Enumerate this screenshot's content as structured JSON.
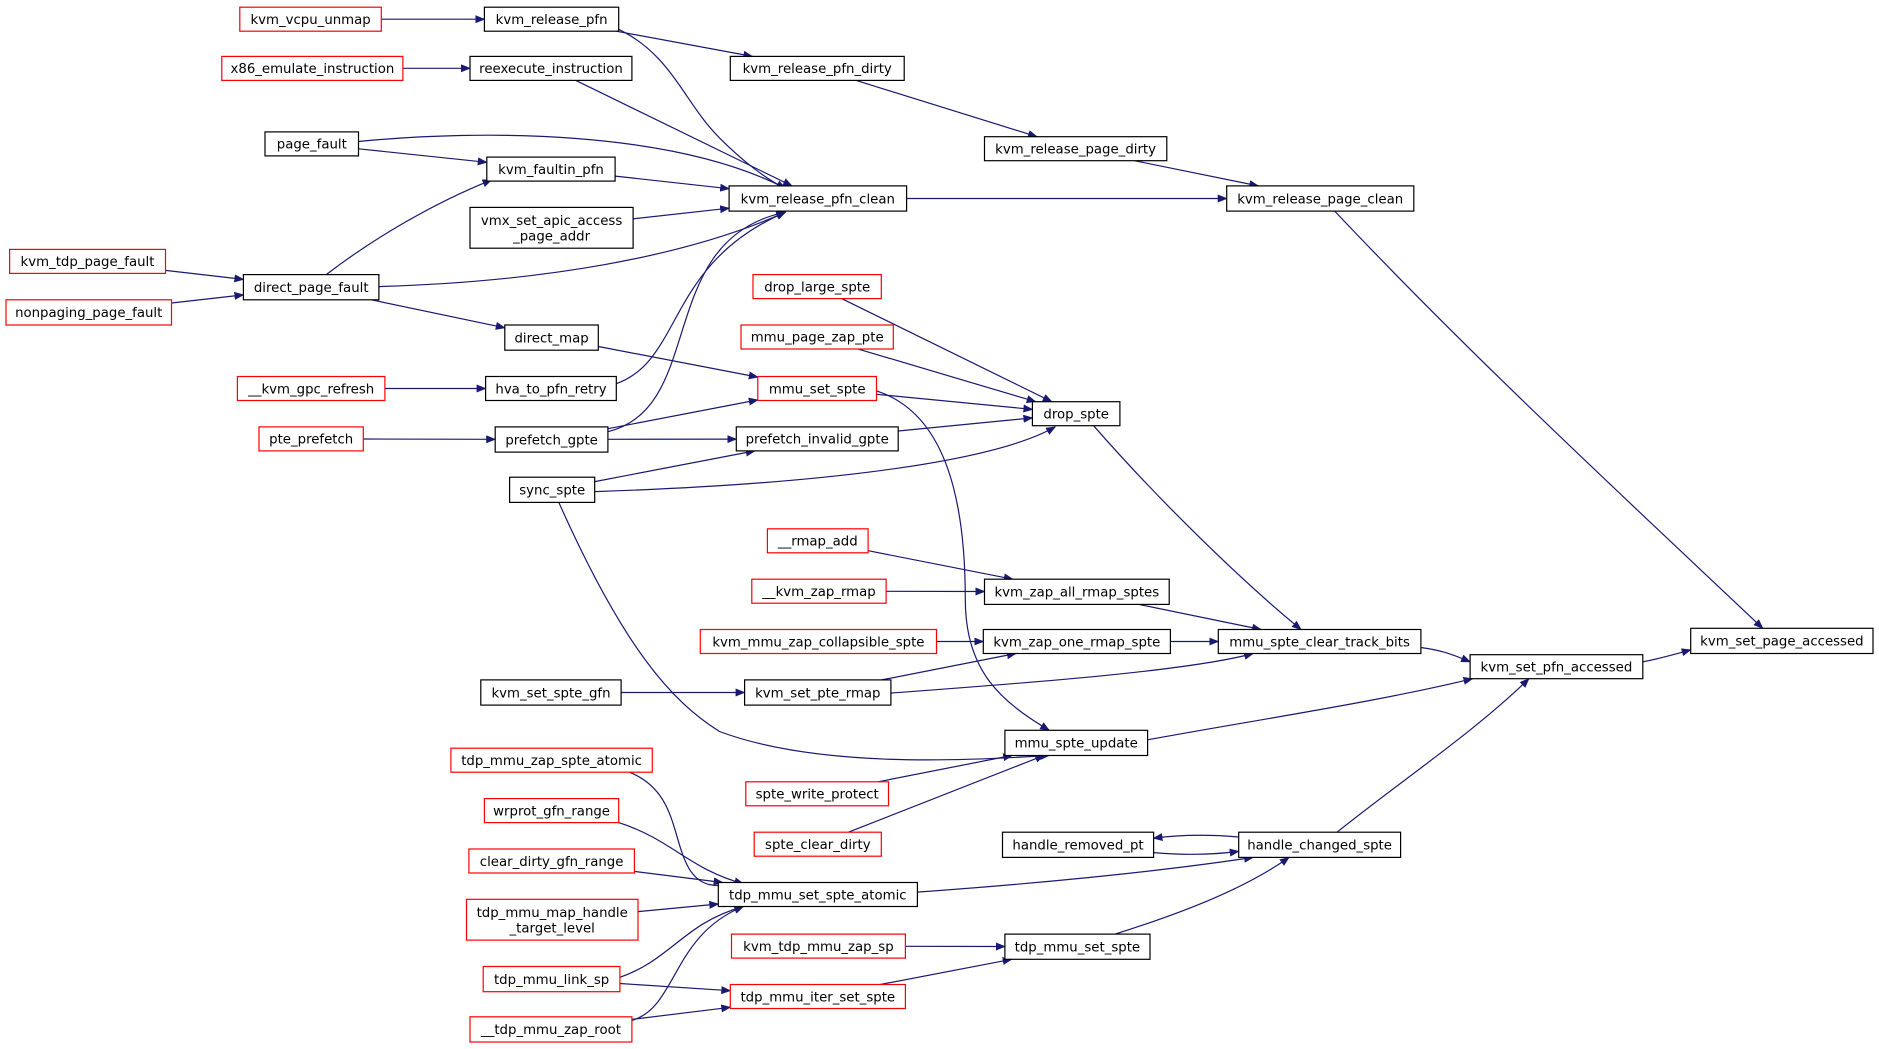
{
  "colors": {
    "edge": "#191970",
    "node_border_normal": "#000000",
    "node_border_truncated": "#ff0000",
    "node_fill_focus": "#bfbfbf",
    "node_fill": "#ffffff"
  },
  "nodes": [
    {
      "id": "kvm_vcpu_unmap",
      "lines": [
        "kvm_vcpu_unmap"
      ],
      "style": "truncated"
    },
    {
      "id": "kvm_release_pfn",
      "lines": [
        "kvm_release_pfn"
      ],
      "style": "normal"
    },
    {
      "id": "x86_emulate_instruction",
      "lines": [
        "x86_emulate_instruction"
      ],
      "style": "truncated"
    },
    {
      "id": "reexecute_instruction",
      "lines": [
        "reexecute_instruction"
      ],
      "style": "normal"
    },
    {
      "id": "kvm_release_pfn_dirty",
      "lines": [
        "kvm_release_pfn_dirty"
      ],
      "style": "normal"
    },
    {
      "id": "page_fault",
      "lines": [
        "page_fault"
      ],
      "style": "normal"
    },
    {
      "id": "kvm_faultin_pfn",
      "lines": [
        "kvm_faultin_pfn"
      ],
      "style": "normal"
    },
    {
      "id": "kvm_release_page_dirty",
      "lines": [
        "kvm_release_page_dirty"
      ],
      "style": "normal"
    },
    {
      "id": "kvm_release_pfn_clean",
      "lines": [
        "kvm_release_pfn_clean"
      ],
      "style": "normal"
    },
    {
      "id": "kvm_release_page_clean",
      "lines": [
        "kvm_release_page_clean"
      ],
      "style": "normal"
    },
    {
      "id": "vmx_set_apic_access_page_addr",
      "lines": [
        "vmx_set_apic_access",
        "_page_addr"
      ],
      "style": "normal"
    },
    {
      "id": "kvm_tdp_page_fault",
      "lines": [
        "kvm_tdp_page_fault"
      ],
      "style": "truncated"
    },
    {
      "id": "direct_page_fault",
      "lines": [
        "direct_page_fault"
      ],
      "style": "normal"
    },
    {
      "id": "nonpaging_page_fault",
      "lines": [
        "nonpaging_page_fault"
      ],
      "style": "truncated"
    },
    {
      "id": "drop_large_spte",
      "lines": [
        "drop_large_spte"
      ],
      "style": "truncated"
    },
    {
      "id": "direct_map",
      "lines": [
        "direct_map"
      ],
      "style": "normal"
    },
    {
      "id": "mmu_page_zap_pte",
      "lines": [
        "mmu_page_zap_pte"
      ],
      "style": "truncated"
    },
    {
      "id": "__kvm_gpc_refresh",
      "lines": [
        "__kvm_gpc_refresh"
      ],
      "style": "truncated"
    },
    {
      "id": "hva_to_pfn_retry",
      "lines": [
        "hva_to_pfn_retry"
      ],
      "style": "normal"
    },
    {
      "id": "mmu_set_spte",
      "lines": [
        "mmu_set_spte"
      ],
      "style": "truncated"
    },
    {
      "id": "drop_spte",
      "lines": [
        "drop_spte"
      ],
      "style": "normal"
    },
    {
      "id": "pte_prefetch",
      "lines": [
        "pte_prefetch"
      ],
      "style": "truncated"
    },
    {
      "id": "prefetch_gpte",
      "lines": [
        "prefetch_gpte"
      ],
      "style": "normal"
    },
    {
      "id": "prefetch_invalid_gpte",
      "lines": [
        "prefetch_invalid_gpte"
      ],
      "style": "normal"
    },
    {
      "id": "sync_spte",
      "lines": [
        "sync_spte"
      ],
      "style": "normal"
    },
    {
      "id": "__rmap_add",
      "lines": [
        "__rmap_add"
      ],
      "style": "truncated"
    },
    {
      "id": "__kvm_zap_rmap",
      "lines": [
        "__kvm_zap_rmap"
      ],
      "style": "truncated"
    },
    {
      "id": "kvm_zap_all_rmap_sptes",
      "lines": [
        "kvm_zap_all_rmap_sptes"
      ],
      "style": "normal"
    },
    {
      "id": "kvm_mmu_zap_collapsible_spte",
      "lines": [
        "kvm_mmu_zap_collapsible_spte"
      ],
      "style": "truncated"
    },
    {
      "id": "kvm_zap_one_rmap_spte",
      "lines": [
        "kvm_zap_one_rmap_spte"
      ],
      "style": "normal"
    },
    {
      "id": "mmu_spte_clear_track_bits",
      "lines": [
        "mmu_spte_clear_track_bits"
      ],
      "style": "normal"
    },
    {
      "id": "kvm_set_page_accessed",
      "lines": [
        "kvm_set_page_accessed"
      ],
      "style": "focus"
    },
    {
      "id": "kvm_set_pfn_accessed",
      "lines": [
        "kvm_set_pfn_accessed"
      ],
      "style": "normal"
    },
    {
      "id": "kvm_set_spte_gfn",
      "lines": [
        "kvm_set_spte_gfn"
      ],
      "style": "normal"
    },
    {
      "id": "kvm_set_pte_rmap",
      "lines": [
        "kvm_set_pte_rmap"
      ],
      "style": "normal"
    },
    {
      "id": "mmu_spte_update",
      "lines": [
        "mmu_spte_update"
      ],
      "style": "normal"
    },
    {
      "id": "tdp_mmu_zap_spte_atomic",
      "lines": [
        "tdp_mmu_zap_spte_atomic"
      ],
      "style": "truncated"
    },
    {
      "id": "spte_write_protect",
      "lines": [
        "spte_write_protect"
      ],
      "style": "truncated"
    },
    {
      "id": "wrprot_gfn_range",
      "lines": [
        "wrprot_gfn_range"
      ],
      "style": "truncated"
    },
    {
      "id": "spte_clear_dirty",
      "lines": [
        "spte_clear_dirty"
      ],
      "style": "truncated"
    },
    {
      "id": "handle_removed_pt",
      "lines": [
        "handle_removed_pt"
      ],
      "style": "normal"
    },
    {
      "id": "handle_changed_spte",
      "lines": [
        "handle_changed_spte"
      ],
      "style": "normal"
    },
    {
      "id": "clear_dirty_gfn_range",
      "lines": [
        "clear_dirty_gfn_range"
      ],
      "style": "truncated"
    },
    {
      "id": "tdp_mmu_set_spte_atomic",
      "lines": [
        "tdp_mmu_set_spte_atomic"
      ],
      "style": "normal"
    },
    {
      "id": "tdp_mmu_map_handle_target_level",
      "lines": [
        "tdp_mmu_map_handle",
        "_target_level"
      ],
      "style": "truncated"
    },
    {
      "id": "kvm_tdp_mmu_zap_sp",
      "lines": [
        "kvm_tdp_mmu_zap_sp"
      ],
      "style": "truncated"
    },
    {
      "id": "tdp_mmu_set_spte",
      "lines": [
        "tdp_mmu_set_spte"
      ],
      "style": "normal"
    },
    {
      "id": "tdp_mmu_link_sp",
      "lines": [
        "tdp_mmu_link_sp"
      ],
      "style": "truncated"
    },
    {
      "id": "tdp_mmu_iter_set_spte",
      "lines": [
        "tdp_mmu_iter_set_spte"
      ],
      "style": "truncated"
    },
    {
      "id": "__tdp_mmu_zap_root",
      "lines": [
        "__tdp_mmu_zap_root"
      ],
      "style": "truncated"
    }
  ],
  "edges": [
    {
      "from": "kvm_vcpu_unmap",
      "to": "kvm_release_pfn"
    },
    {
      "from": "x86_emulate_instruction",
      "to": "reexecute_instruction"
    },
    {
      "from": "kvm_release_pfn",
      "to": "kvm_release_pfn_dirty"
    },
    {
      "from": "kvm_release_pfn",
      "to": "kvm_release_pfn_clean"
    },
    {
      "from": "reexecute_instruction",
      "to": "kvm_release_pfn_clean"
    },
    {
      "from": "page_fault",
      "to": "kvm_faultin_pfn"
    },
    {
      "from": "page_fault",
      "to": "kvm_release_pfn_clean"
    },
    {
      "from": "kvm_faultin_pfn",
      "to": "kvm_release_pfn_clean"
    },
    {
      "from": "vmx_set_apic_access_page_addr",
      "to": "kvm_release_pfn_clean"
    },
    {
      "from": "direct_page_fault",
      "to": "kvm_faultin_pfn"
    },
    {
      "from": "direct_page_fault",
      "to": "kvm_release_pfn_clean"
    },
    {
      "from": "kvm_tdp_page_fault",
      "to": "direct_page_fault"
    },
    {
      "from": "nonpaging_page_fault",
      "to": "direct_page_fault"
    },
    {
      "from": "direct_page_fault",
      "to": "direct_map"
    },
    {
      "from": "__kvm_gpc_refresh",
      "to": "hva_to_pfn_retry"
    },
    {
      "from": "hva_to_pfn_retry",
      "to": "kvm_release_pfn_clean"
    },
    {
      "from": "prefetch_gpte",
      "to": "kvm_release_pfn_clean"
    },
    {
      "from": "pte_prefetch",
      "to": "prefetch_gpte"
    },
    {
      "from": "direct_map",
      "to": "mmu_set_spte"
    },
    {
      "from": "prefetch_gpte",
      "to": "mmu_set_spte"
    },
    {
      "from": "prefetch_gpte",
      "to": "prefetch_invalid_gpte"
    },
    {
      "from": "sync_spte",
      "to": "prefetch_invalid_gpte"
    },
    {
      "from": "drop_large_spte",
      "to": "drop_spte"
    },
    {
      "from": "mmu_page_zap_pte",
      "to": "drop_spte"
    },
    {
      "from": "mmu_set_spte",
      "to": "drop_spte"
    },
    {
      "from": "prefetch_invalid_gpte",
      "to": "drop_spte"
    },
    {
      "from": "sync_spte",
      "to": "drop_spte"
    },
    {
      "from": "kvm_release_pfn_dirty",
      "to": "kvm_release_page_dirty"
    },
    {
      "from": "kvm_release_page_dirty",
      "to": "kvm_release_page_clean"
    },
    {
      "from": "kvm_release_pfn_clean",
      "to": "kvm_release_page_clean"
    },
    {
      "from": "kvm_release_page_clean",
      "to": "kvm_set_page_accessed"
    },
    {
      "from": "__rmap_add",
      "to": "kvm_zap_all_rmap_sptes"
    },
    {
      "from": "__kvm_zap_rmap",
      "to": "kvm_zap_all_rmap_sptes"
    },
    {
      "from": "kvm_mmu_zap_collapsible_spte",
      "to": "kvm_zap_one_rmap_spte"
    },
    {
      "from": "kvm_set_pte_rmap",
      "to": "kvm_zap_one_rmap_spte"
    },
    {
      "from": "kvm_set_spte_gfn",
      "to": "kvm_set_pte_rmap"
    },
    {
      "from": "drop_spte",
      "to": "mmu_spte_clear_track_bits"
    },
    {
      "from": "kvm_zap_all_rmap_sptes",
      "to": "mmu_spte_clear_track_bits"
    },
    {
      "from": "kvm_zap_one_rmap_spte",
      "to": "mmu_spte_clear_track_bits"
    },
    {
      "from": "kvm_set_pte_rmap",
      "to": "mmu_spte_clear_track_bits"
    },
    {
      "from": "mmu_spte_clear_track_bits",
      "to": "kvm_set_pfn_accessed"
    },
    {
      "from": "kvm_set_pfn_accessed",
      "to": "kvm_set_page_accessed"
    },
    {
      "from": "mmu_set_spte",
      "to": "mmu_spte_update"
    },
    {
      "from": "sync_spte",
      "to": "mmu_spte_update"
    },
    {
      "from": "spte_write_protect",
      "to": "mmu_spte_update"
    },
    {
      "from": "spte_clear_dirty",
      "to": "mmu_spte_update"
    },
    {
      "from": "mmu_spte_update",
      "to": "kvm_set_pfn_accessed"
    },
    {
      "from": "handle_changed_spte",
      "to": "kvm_set_pfn_accessed"
    },
    {
      "from": "handle_changed_spte",
      "to": "handle_removed_pt"
    },
    {
      "from": "handle_removed_pt",
      "to": "handle_changed_spte"
    },
    {
      "from": "tdp_mmu_set_spte_atomic",
      "to": "handle_changed_spte"
    },
    {
      "from": "tdp_mmu_set_spte",
      "to": "handle_changed_spte"
    },
    {
      "from": "tdp_mmu_zap_spte_atomic",
      "to": "tdp_mmu_set_spte_atomic"
    },
    {
      "from": "wrprot_gfn_range",
      "to": "tdp_mmu_set_spte_atomic"
    },
    {
      "from": "clear_dirty_gfn_range",
      "to": "tdp_mmu_set_spte_atomic"
    },
    {
      "from": "tdp_mmu_map_handle_target_level",
      "to": "tdp_mmu_set_spte_atomic"
    },
    {
      "from": "tdp_mmu_link_sp",
      "to": "tdp_mmu_set_spte_atomic"
    },
    {
      "from": "__tdp_mmu_zap_root",
      "to": "tdp_mmu_set_spte_atomic"
    },
    {
      "from": "kvm_tdp_mmu_zap_sp",
      "to": "tdp_mmu_set_spte"
    },
    {
      "from": "tdp_mmu_iter_set_spte",
      "to": "tdp_mmu_set_spte"
    },
    {
      "from": "tdp_mmu_link_sp",
      "to": "tdp_mmu_iter_set_spte"
    },
    {
      "from": "__tdp_mmu_zap_root",
      "to": "tdp_mmu_iter_set_spte"
    }
  ]
}
